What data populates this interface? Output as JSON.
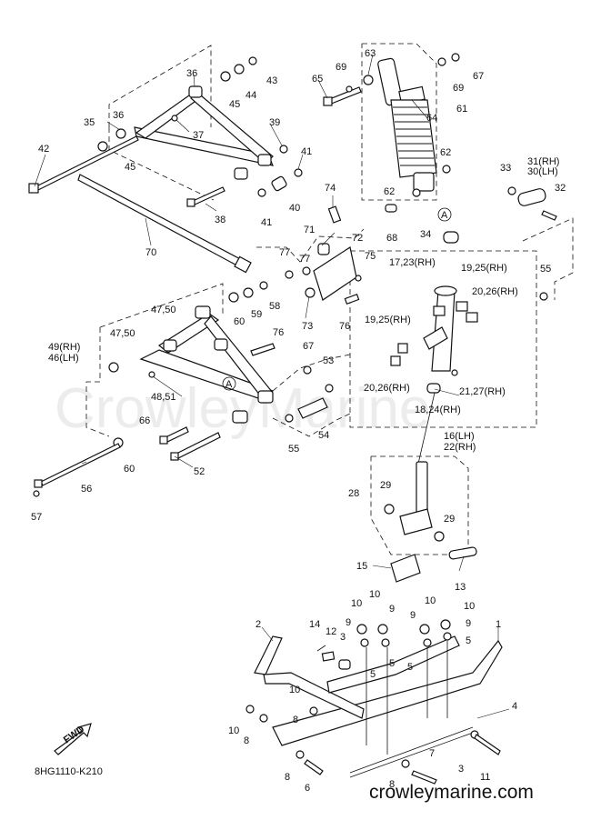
{
  "diagram_code": "8HG1110-K210",
  "watermark": "CrowleyMarine",
  "footer_url": "crowleymarine.com",
  "fwd_label": "FWD",
  "callout_letter": "A",
  "labels": {
    "l42": "42",
    "l35": "35",
    "l36a": "36",
    "l36b": "36",
    "l37": "37",
    "l45a": "45",
    "l45b": "45",
    "l44": "44",
    "l43": "43",
    "l39": "39",
    "l41a": "41",
    "l41b": "41",
    "l40": "40",
    "l38": "38",
    "l70": "70",
    "l65": "65",
    "l69a": "69",
    "l69b": "69",
    "l63": "63",
    "l67a": "67",
    "l64": "64",
    "l61": "61",
    "l62a": "62",
    "l62b": "62",
    "l68": "68",
    "l33": "33",
    "l31": "31(RH)",
    "l30": "30(LH)",
    "l32": "32",
    "l34": "34",
    "l74": "74",
    "l71": "71",
    "l72": "72",
    "l77a": "77",
    "l77b": "77",
    "l75": "75",
    "l58": "58",
    "l59": "59",
    "l60a": "60",
    "l76a": "76",
    "l73": "73",
    "l1723": "17,23(RH)",
    "l1925a": "19,25(RH)",
    "l2026a": "20,26(RH)",
    "l1925b": "19,25(RH)",
    "l55a": "55",
    "l2026b": "20,26(RH)",
    "l2127": "21,27(RH)",
    "l1824": "18,24(RH)",
    "l16": "16(LH)",
    "l22": "22(RH)",
    "l4750": "47,50",
    "l4951": "49(RH)",
    "l46": "46(LH)",
    "l4750b": "47,50",
    "l76b": "76",
    "l67b": "67",
    "l53": "53",
    "l4851": "48,51",
    "l66": "66",
    "l55b": "55",
    "l54": "54",
    "l52": "52",
    "l60b": "60",
    "l56": "56",
    "l57": "57",
    "l28": "28",
    "l29a": "29",
    "l29b": "29",
    "l15": "15",
    "l13": "13",
    "l2": "2",
    "l14": "14",
    "l12": "12",
    "l3a": "3",
    "l5a": "5",
    "l5b": "5",
    "l5c": "5",
    "l5d": "5",
    "l9a": "9",
    "l9b": "9",
    "l9c": "9",
    "l9d": "9",
    "l10a": "10",
    "l10b": "10",
    "l10c": "10",
    "l10d": "10",
    "l10e": "10",
    "l10f": "10",
    "l1": "1",
    "l4": "4",
    "l8a": "8",
    "l8b": "8",
    "l8c": "8",
    "l8d": "8",
    "l6": "6",
    "l7": "7",
    "l3b": "3",
    "l11": "11"
  }
}
